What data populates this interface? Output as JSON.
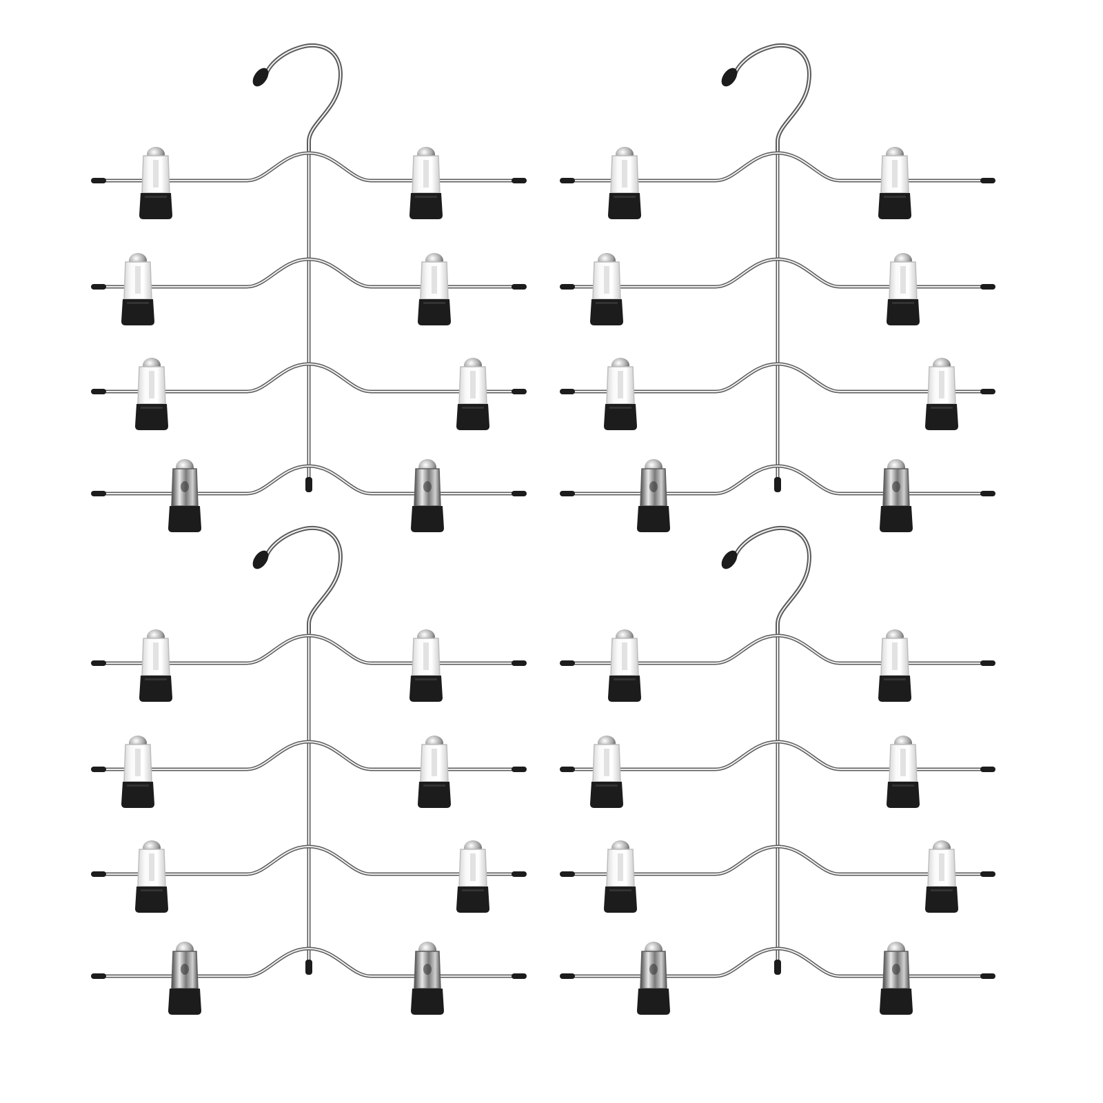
{
  "image": {
    "subject": "multi-tier-clip-hanger",
    "hanger_count": 4,
    "tiers_per_hanger": 4,
    "clips_per_tier": 2,
    "colors": {
      "background": "#ffffff",
      "chrome_light": "#f4f4f4",
      "chrome_mid": "#c9c9c9",
      "chrome_dark": "#6e6e6e",
      "rubber_black": "#1c1c1c",
      "clip_tip_chrome": "#9a9a9a"
    }
  }
}
